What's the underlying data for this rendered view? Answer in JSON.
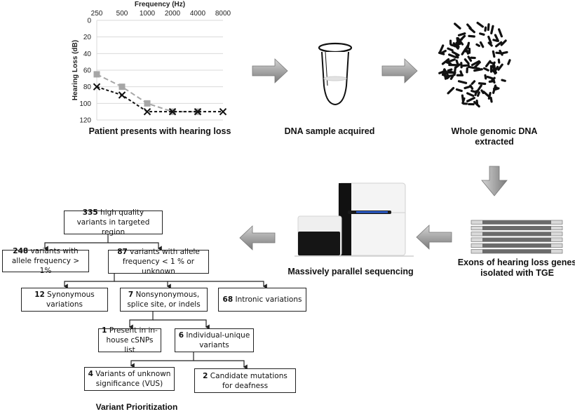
{
  "steps": {
    "patient": {
      "caption": "Patient presents with hearing loss"
    },
    "dna_sample": {
      "caption": "DNA sample acquired"
    },
    "genomic": {
      "caption_line1": "Whole genomic DNA",
      "caption_line2": "extracted"
    },
    "exons": {
      "caption_line1": "Exons of hearing loss genes",
      "caption_line2": "isolated with TGE"
    },
    "sequencing": {
      "caption": "Massively parallel sequencing"
    },
    "prioritization": {
      "caption": "Variant Prioritization"
    }
  },
  "chart_data": {
    "type": "line",
    "title": "Frequency (Hz)",
    "xlabel": "Frequency (Hz)",
    "ylabel": "Hearing Loss (dB)",
    "categories": [
      "250",
      "500",
      "1000",
      "2000",
      "4000",
      "8000"
    ],
    "y_ticks": [
      0,
      20,
      40,
      60,
      80,
      100,
      120
    ],
    "ylim": [
      0,
      120
    ],
    "y_inverted": true,
    "x_axis_position": "top",
    "grid": true,
    "series": [
      {
        "name": "grey-square-series",
        "marker": "square",
        "color": "#a6a6a6",
        "dash": "dashed",
        "values": [
          65,
          80,
          100,
          110,
          110,
          null
        ]
      },
      {
        "name": "black-x-series",
        "marker": "x",
        "color": "#111111",
        "dash": "dashed",
        "values": [
          80,
          90,
          110,
          110,
          110,
          110
        ]
      }
    ]
  },
  "flowchart": {
    "boxes": [
      {
        "id": "b335",
        "count": "335",
        "text": " high quality variants in targeted region"
      },
      {
        "id": "b248",
        "count": "248",
        "text": " variants with allele frequency > 1%"
      },
      {
        "id": "b87",
        "count": "87",
        "text": " variants with allele frequency < 1 % or unknown"
      },
      {
        "id": "b12",
        "count": "12",
        "text": " Synonymous variations"
      },
      {
        "id": "b7",
        "count": "7",
        "text": " Nonsynonymous, splice site, or indels"
      },
      {
        "id": "b68",
        "count": "68",
        "text": " Intronic variations"
      },
      {
        "id": "b1",
        "count": "1",
        "text": " Present in in-house cSNPs list"
      },
      {
        "id": "b6",
        "count": "6",
        "text": " Individual-unique variants"
      },
      {
        "id": "b4",
        "count": "4",
        "text": " Variants of unknown significance (VUS)"
      },
      {
        "id": "b2",
        "count": "2",
        "text": " Candidate mutations for deafness"
      }
    ]
  },
  "colors": {
    "arrow_fill_light": "#c8c8c8",
    "arrow_fill_dark": "#6e6e6e",
    "exon_dark": "#6b6b6b",
    "exon_light": "#d9d9d9",
    "sequencer_blue": "#2a5fd6"
  }
}
